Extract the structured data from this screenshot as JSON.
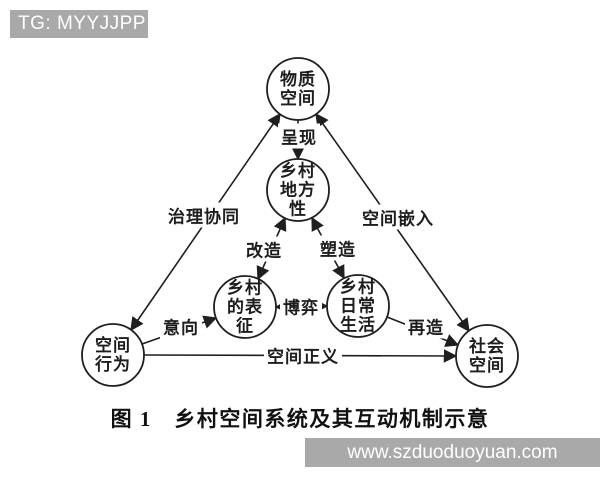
{
  "watermarks": {
    "top_left": "TG: MYYJJPP",
    "bottom_right": "www.szduoduoyuan.com"
  },
  "caption": "图 1　乡村空间系统及其互动机制示意",
  "diagram": {
    "nodes": {
      "physical_space": "物质\n空间",
      "rural_locality": "乡村\n地方\n性",
      "rural_representation": "乡村\n的表\n征",
      "rural_daily_life": "乡村\n日常\n生活",
      "spatial_behavior": "空间\n行为",
      "social_space": "社会\n空间"
    },
    "edges": {
      "presentation": "呈现",
      "governance_synergy": "治理协同",
      "spatial_embedding": "空间嵌入",
      "transformation": "改造",
      "shaping": "塑造",
      "game": "博弈",
      "intention": "意向",
      "recreation": "再造",
      "spatial_justice": "空间正义"
    },
    "colors": {
      "line": "#1f1f1f",
      "watermark_bg": "#a9a9a9",
      "watermark_text": "#ffffff",
      "background": "#ffffff"
    }
  }
}
